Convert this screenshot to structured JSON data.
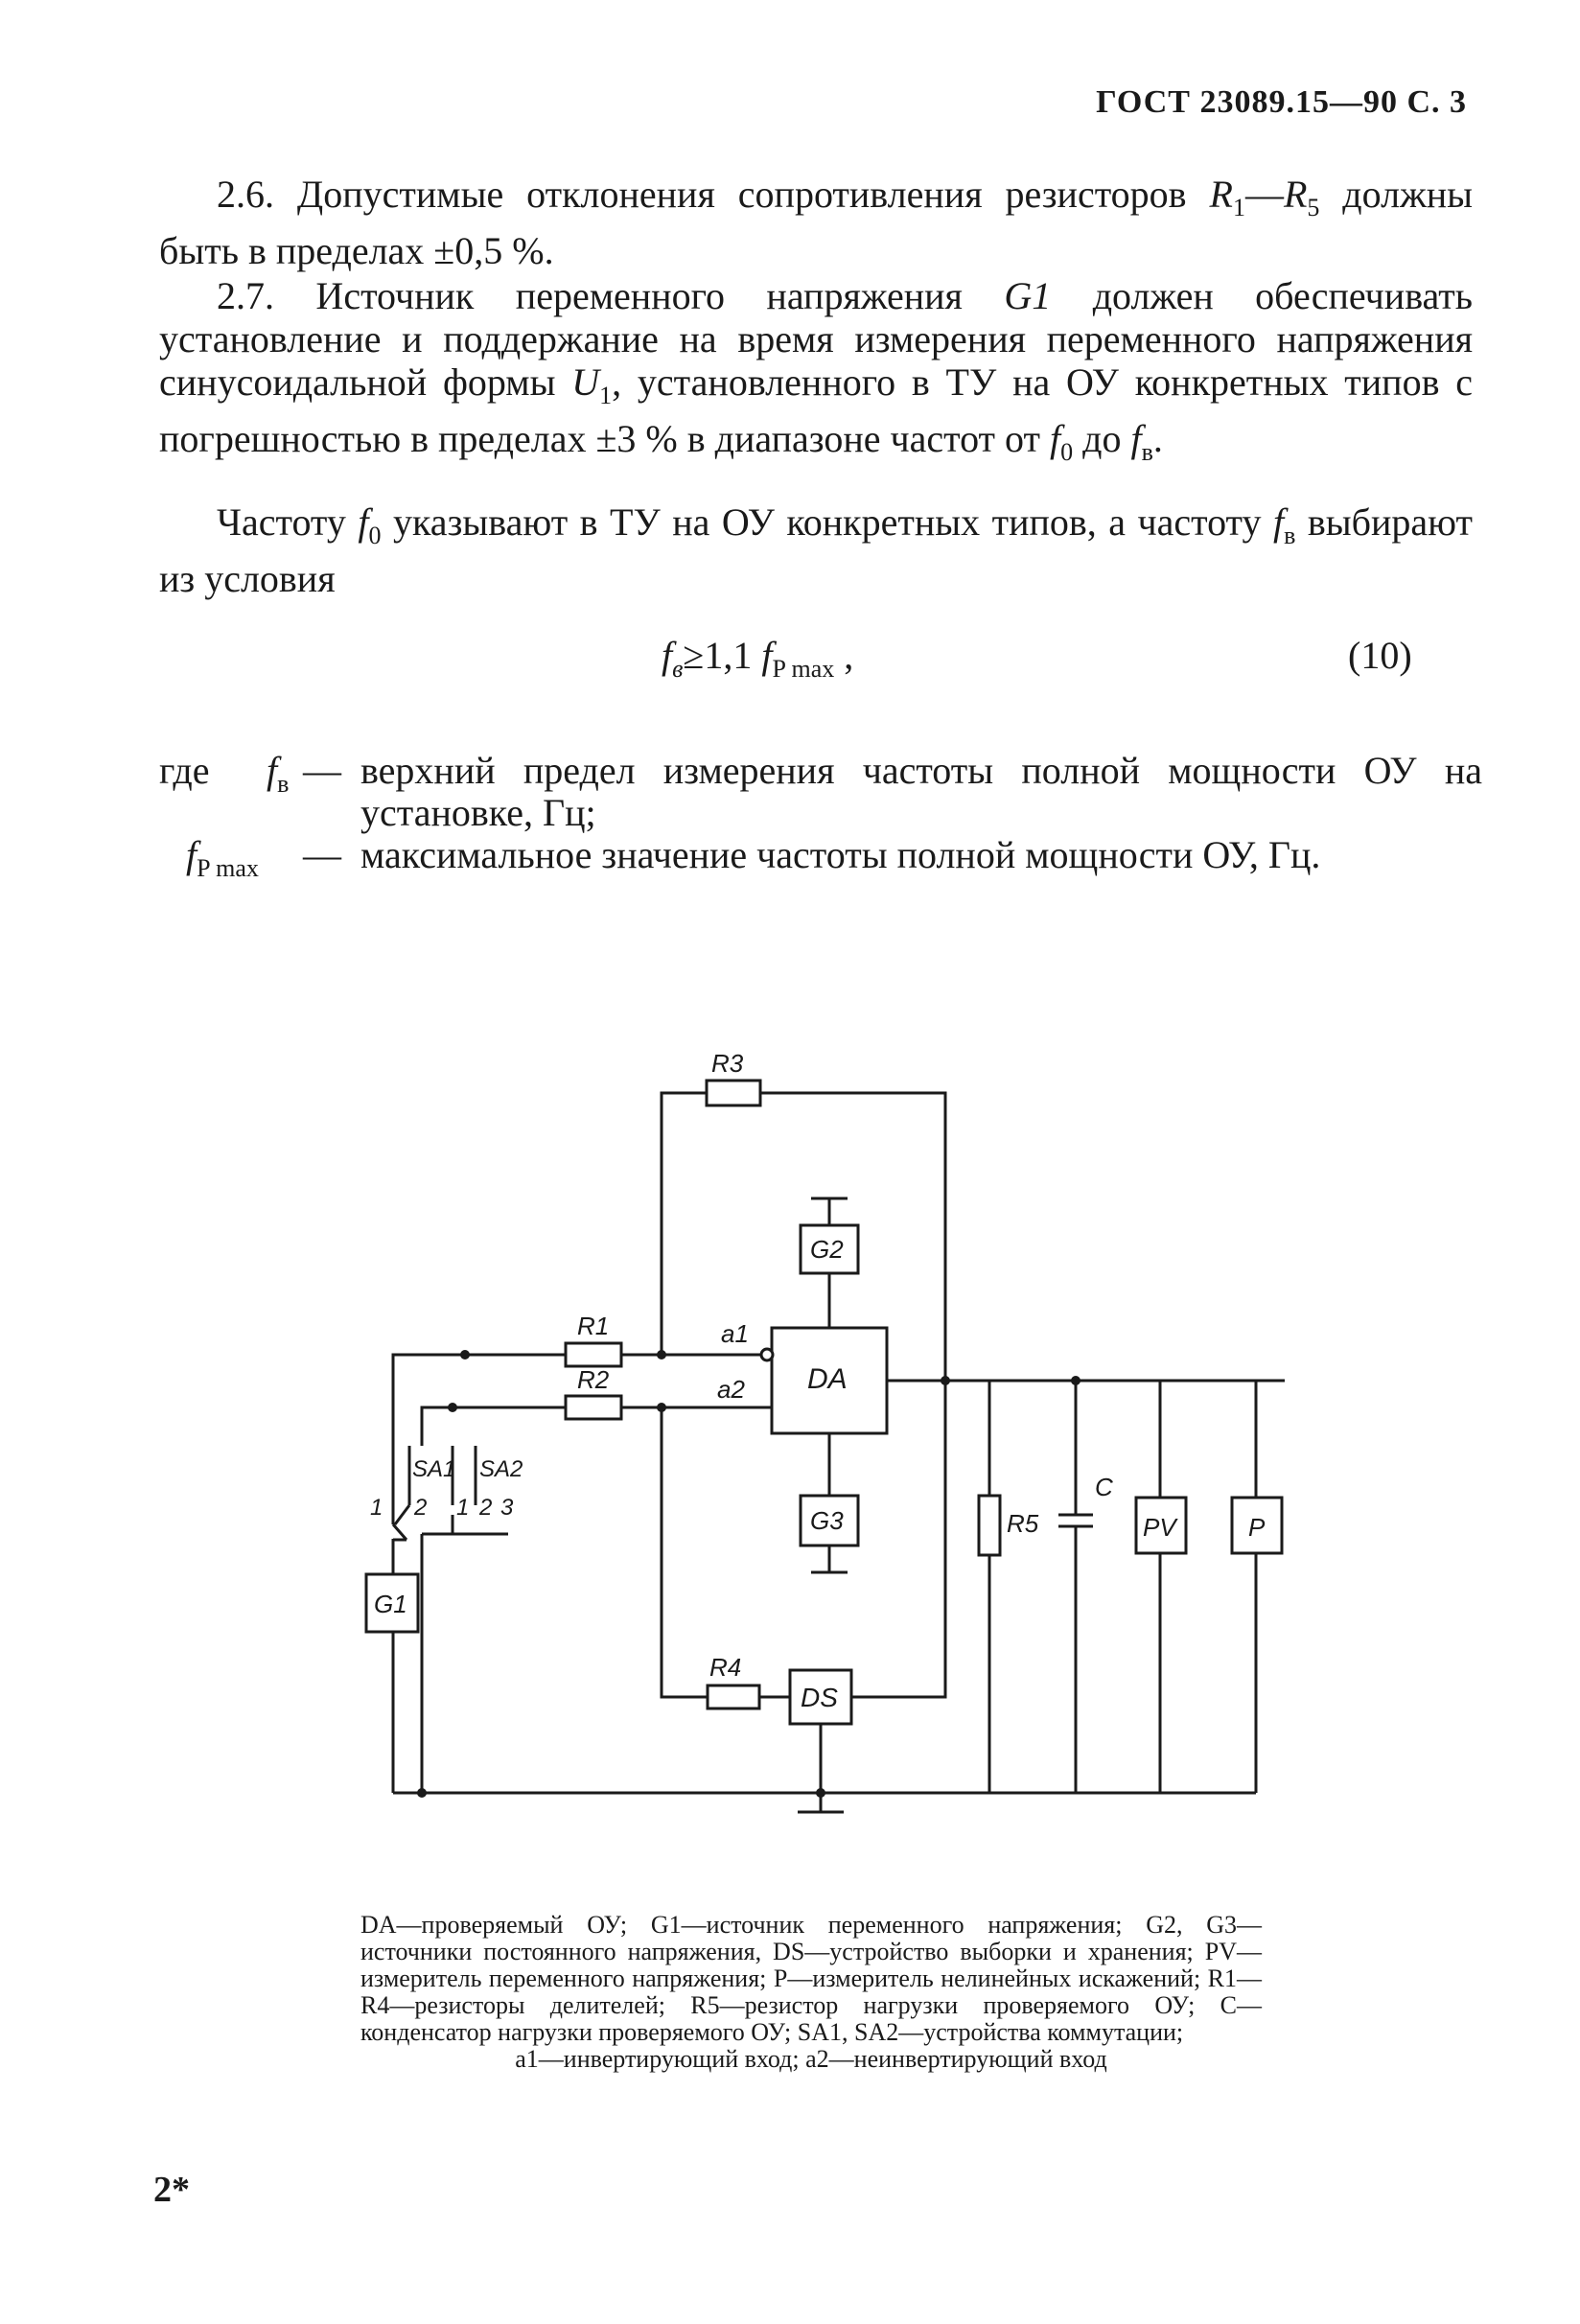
{
  "header": {
    "text": "ГОСТ 23089.15—90 С. 3"
  },
  "para_2_6": {
    "prefix": "2.6. Допустимые отклонения сопротивления резисторов ",
    "r_from": "R",
    "r_from_sub": "1",
    "dash": "—",
    "r_to": "R",
    "r_to_sub": "5",
    "suffix": " должны быть в пределах ±0,5 %."
  },
  "para_2_7": {
    "p1": "2.7. Источник переменного напряжения ",
    "g1": "G1",
    "p2": " должен обеспечивать установление и поддержание на время измерения переменного напряжения синусоидальной формы ",
    "u": "U",
    "u_sub": "1",
    "p3": ", установленного в ТУ на ОУ конкретных типов с погрешностью в пределах ±3 % в диапазоне частот от ",
    "f0": "f",
    "f0_sub": "0",
    "p4": " до ",
    "fv": "f",
    "fv_sub": "в",
    "p5": "."
  },
  "para_freq": {
    "p1": "Частоту ",
    "f0": "f",
    "f0_sub": "0",
    "p2": " указывают в ТУ на ОУ конкретных типов, а частоту ",
    "fv": "f",
    "fv_sub": "в",
    "p3": " выбирают из условия"
  },
  "formula": {
    "lhs": "f",
    "lhs_sub": "в",
    "rel": "≥1,1 ",
    "rhs": "f",
    "rhs_sub": "P max",
    "comma": " ,",
    "number": "(10)"
  },
  "where": {
    "word": "где",
    "row1": {
      "sym": "f",
      "sym_sub": "в",
      "dash": "—",
      "desc": "верхний предел измерения частоты полной мощности ОУ на установке, Гц;"
    },
    "row2": {
      "sym": "f",
      "sym_sub": "P max",
      "dash": "—",
      "desc": "максимальное значение частоты полной мощности ОУ, Гц."
    }
  },
  "circuit": {
    "labels": {
      "r1": "R1",
      "r2": "R2",
      "r3": "R3",
      "r4": "R4",
      "r5": "R5",
      "c": "C",
      "da": "DA",
      "g1": "G1",
      "g2": "G2",
      "g3": "G3",
      "ds": "DS",
      "pv": "PV",
      "p": "P",
      "sa1": "SA1",
      "sa2": "SA2",
      "a1": "a1",
      "a2": "a2",
      "sw1_1": "1",
      "sw1_2": "2",
      "sw2_1": "1",
      "sw2_2": "2",
      "sw2_3": "3"
    }
  },
  "caption": {
    "text": "DA—проверяемый ОУ; G1—источник переменного напряжения; G2, G3—источники постоянного напряжения, DS—устройство выборки и хранения; PV—измеритель переменного напряжения; P—измеритель нелинейных искажений; R1—R4—резисторы делителей; R5—резистор нагрузки проверяемого ОУ; C—конденсатор нагрузки проверяемого ОУ; SA1, SA2—устройства коммутации;",
    "last": "a1—инвертирующий вход; a2—неинвертирующий вход"
  },
  "page_number": "2*"
}
